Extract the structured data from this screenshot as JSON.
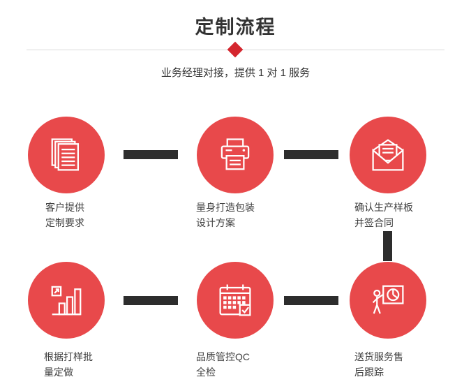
{
  "header": {
    "title": "定制流程",
    "subtitle": "业务经理对接，提供 1 对 1 服务"
  },
  "colors": {
    "circle_red": "#e8494b",
    "diamond_red": "#d4262e",
    "connector_dark": "#2d2d2d",
    "icon_stroke": "#ffffff"
  },
  "steps": [
    {
      "icon": "documents-icon",
      "lines": [
        "客户提供",
        "定制要求"
      ]
    },
    {
      "icon": "printer-icon",
      "lines": [
        "量身打造包装",
        "设计方案"
      ]
    },
    {
      "icon": "envelope-icon",
      "lines": [
        "确认生产样板",
        "并签合同"
      ]
    },
    {
      "icon": "bar-chart-icon",
      "lines": [
        "根据打样批",
        "量定做"
      ]
    },
    {
      "icon": "calendar-icon",
      "lines": [
        "品质管控QC",
        "全检"
      ]
    },
    {
      "icon": "presentation-icon",
      "lines": [
        "送货服务售",
        "后跟踪"
      ]
    }
  ]
}
